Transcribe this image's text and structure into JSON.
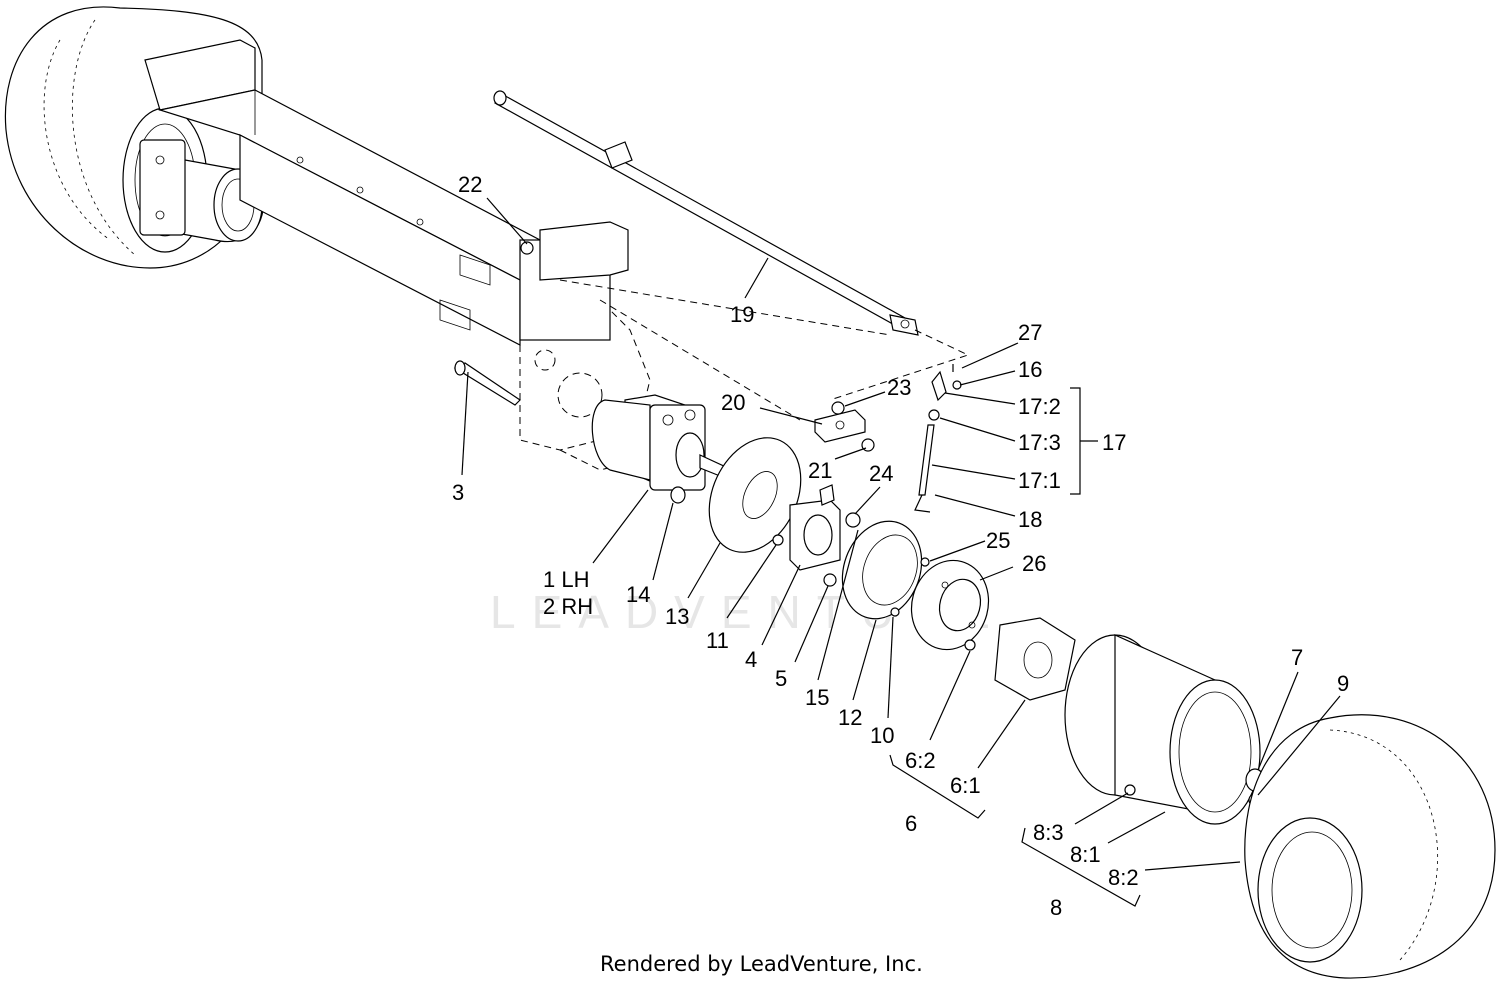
{
  "diagram": {
    "watermark": "LEADVENTURE",
    "footer": "Rendered by LeadVenture, Inc.",
    "callouts": [
      {
        "id": "c22",
        "text": "22"
      },
      {
        "id": "c19",
        "text": "19"
      },
      {
        "id": "c27",
        "text": "27"
      },
      {
        "id": "c16",
        "text": "16"
      },
      {
        "id": "c23",
        "text": "23"
      },
      {
        "id": "c20",
        "text": "20"
      },
      {
        "id": "c17_2",
        "text": "17:2"
      },
      {
        "id": "c17_3",
        "text": "17:3"
      },
      {
        "id": "c17",
        "text": "17"
      },
      {
        "id": "c21",
        "text": "21"
      },
      {
        "id": "c24",
        "text": "24"
      },
      {
        "id": "c17_1",
        "text": "17:1"
      },
      {
        "id": "c3",
        "text": "3"
      },
      {
        "id": "c18",
        "text": "18"
      },
      {
        "id": "c25",
        "text": "25"
      },
      {
        "id": "c26",
        "text": "26"
      },
      {
        "id": "c1lh",
        "text": "1 LH"
      },
      {
        "id": "c2rh",
        "text": "2 RH"
      },
      {
        "id": "c14",
        "text": "14"
      },
      {
        "id": "c13",
        "text": "13"
      },
      {
        "id": "c11",
        "text": "11"
      },
      {
        "id": "c4",
        "text": "4"
      },
      {
        "id": "c5",
        "text": "5"
      },
      {
        "id": "c15",
        "text": "15"
      },
      {
        "id": "c12",
        "text": "12"
      },
      {
        "id": "c10",
        "text": "10"
      },
      {
        "id": "c7",
        "text": "7"
      },
      {
        "id": "c9",
        "text": "9"
      },
      {
        "id": "c6_2",
        "text": "6:2"
      },
      {
        "id": "c6_1",
        "text": "6:1"
      },
      {
        "id": "c6",
        "text": "6"
      },
      {
        "id": "c8_3",
        "text": "8:3"
      },
      {
        "id": "c8_1",
        "text": "8:1"
      },
      {
        "id": "c8_2",
        "text": "8:2"
      },
      {
        "id": "c8",
        "text": "8"
      }
    ]
  }
}
